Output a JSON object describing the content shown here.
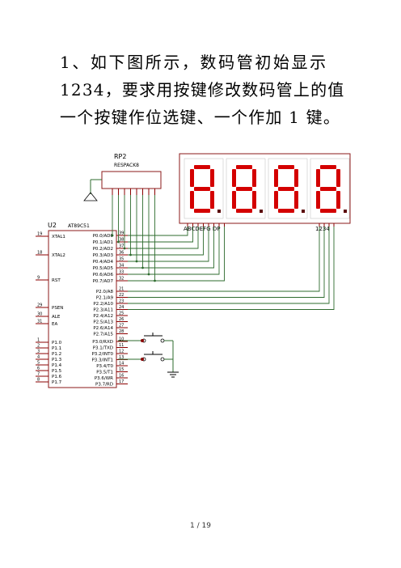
{
  "paragraph": {
    "line1": "1、如下图所示，数码管初始显示",
    "line2": "1234，要求用按键修改数码管上的值",
    "line3": "一个按键作位选键、一个作加 1 键。"
  },
  "schematic": {
    "rp2_label": "RP2",
    "rp2_part": "RESPACK8",
    "mcu_label": "U2",
    "mcu_part": "AT89C51",
    "display_segments_label": "ABCDEFG DP",
    "display_digits_label": "1234",
    "display_digits_shown": "8888",
    "left_pins": [
      {
        "num": "19",
        "name": "XTAL1"
      },
      {
        "num": "18",
        "name": "XTAL2"
      },
      {
        "num": "9",
        "name": "RST"
      },
      {
        "num": "29",
        "name": "PSEN"
      },
      {
        "num": "30",
        "name": "ALE"
      },
      {
        "num": "31",
        "name": "EA"
      },
      {
        "num": "1",
        "name": "P1.0"
      },
      {
        "num": "2",
        "name": "P1.1"
      },
      {
        "num": "3",
        "name": "P1.2"
      },
      {
        "num": "4",
        "name": "P1.3"
      },
      {
        "num": "5",
        "name": "P1.4"
      },
      {
        "num": "6",
        "name": "P1.5"
      },
      {
        "num": "7",
        "name": "P1.6"
      },
      {
        "num": "8",
        "name": "P1.7"
      }
    ],
    "right_pins": [
      {
        "num": "39",
        "name": "P0.0/AD0"
      },
      {
        "num": "38",
        "name": "P0.1/AD1"
      },
      {
        "num": "37",
        "name": "P0.2/AD2"
      },
      {
        "num": "36",
        "name": "P0.3/AD3"
      },
      {
        "num": "35",
        "name": "P0.4/AD4"
      },
      {
        "num": "34",
        "name": "P0.5/AD5"
      },
      {
        "num": "33",
        "name": "P0.6/AD6"
      },
      {
        "num": "32",
        "name": "P0.7/AD7"
      },
      {
        "num": "21",
        "name": "P2.0/A8"
      },
      {
        "num": "22",
        "name": "P2.1/A9"
      },
      {
        "num": "23",
        "name": "P2.2/A10"
      },
      {
        "num": "24",
        "name": "P2.3/A11"
      },
      {
        "num": "25",
        "name": "P2.4/A12"
      },
      {
        "num": "26",
        "name": "P2.5/A13"
      },
      {
        "num": "27",
        "name": "P2.6/A14"
      },
      {
        "num": "28",
        "name": "P2.7/A15"
      },
      {
        "num": "10",
        "name": "P3.0/RXD"
      },
      {
        "num": "11",
        "name": "P3.1/TXD"
      },
      {
        "num": "12",
        "name": "P3.2/INT0"
      },
      {
        "num": "13",
        "name": "P3.3/INT1"
      },
      {
        "num": "14",
        "name": "P3.4/T0"
      },
      {
        "num": "15",
        "name": "P3.5/T1"
      },
      {
        "num": "16",
        "name": "P3.6/WR"
      },
      {
        "num": "17",
        "name": "P3.7/RD"
      }
    ],
    "colors": {
      "wire": "#2e6b2e",
      "pin": "#8b0000",
      "segment": "#d40000",
      "display_bg": "#5a0000",
      "box": "#8b1a1a"
    }
  },
  "footer": {
    "page": "1 / 19"
  }
}
